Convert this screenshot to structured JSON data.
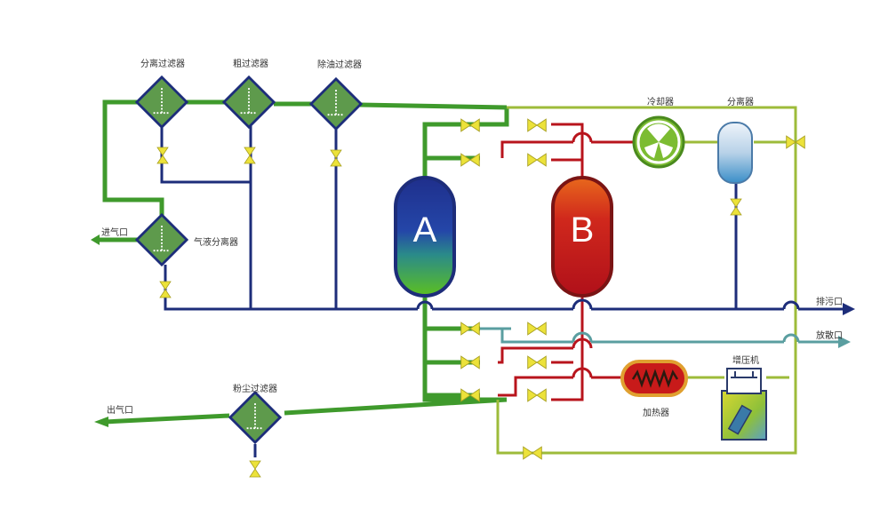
{
  "colors": {
    "green_line": "#3f9a2c",
    "navy_line": "#1d2d7a",
    "red_line": "#b8141c",
    "olive_line": "#9dbb3a",
    "teal_line": "#5a9ea0",
    "filter_fill": "#5e9a4c",
    "valve": "#ece23a"
  },
  "labels": {
    "filter_separation": "分离过滤器",
    "filter_coarse": "粗过滤器",
    "filter_oil_removal": "除油过滤器",
    "gas_liquid_separator": "气液分离器",
    "inlet": "进气口",
    "outlet": "出气口",
    "dust_filter": "粉尘过滤器",
    "cooler": "冷却器",
    "separator": "分离器",
    "drain": "排污口",
    "vent": "放散口",
    "heater": "加热器",
    "compressor": "增压机"
  },
  "towers": {
    "a": "A",
    "b": "B"
  }
}
